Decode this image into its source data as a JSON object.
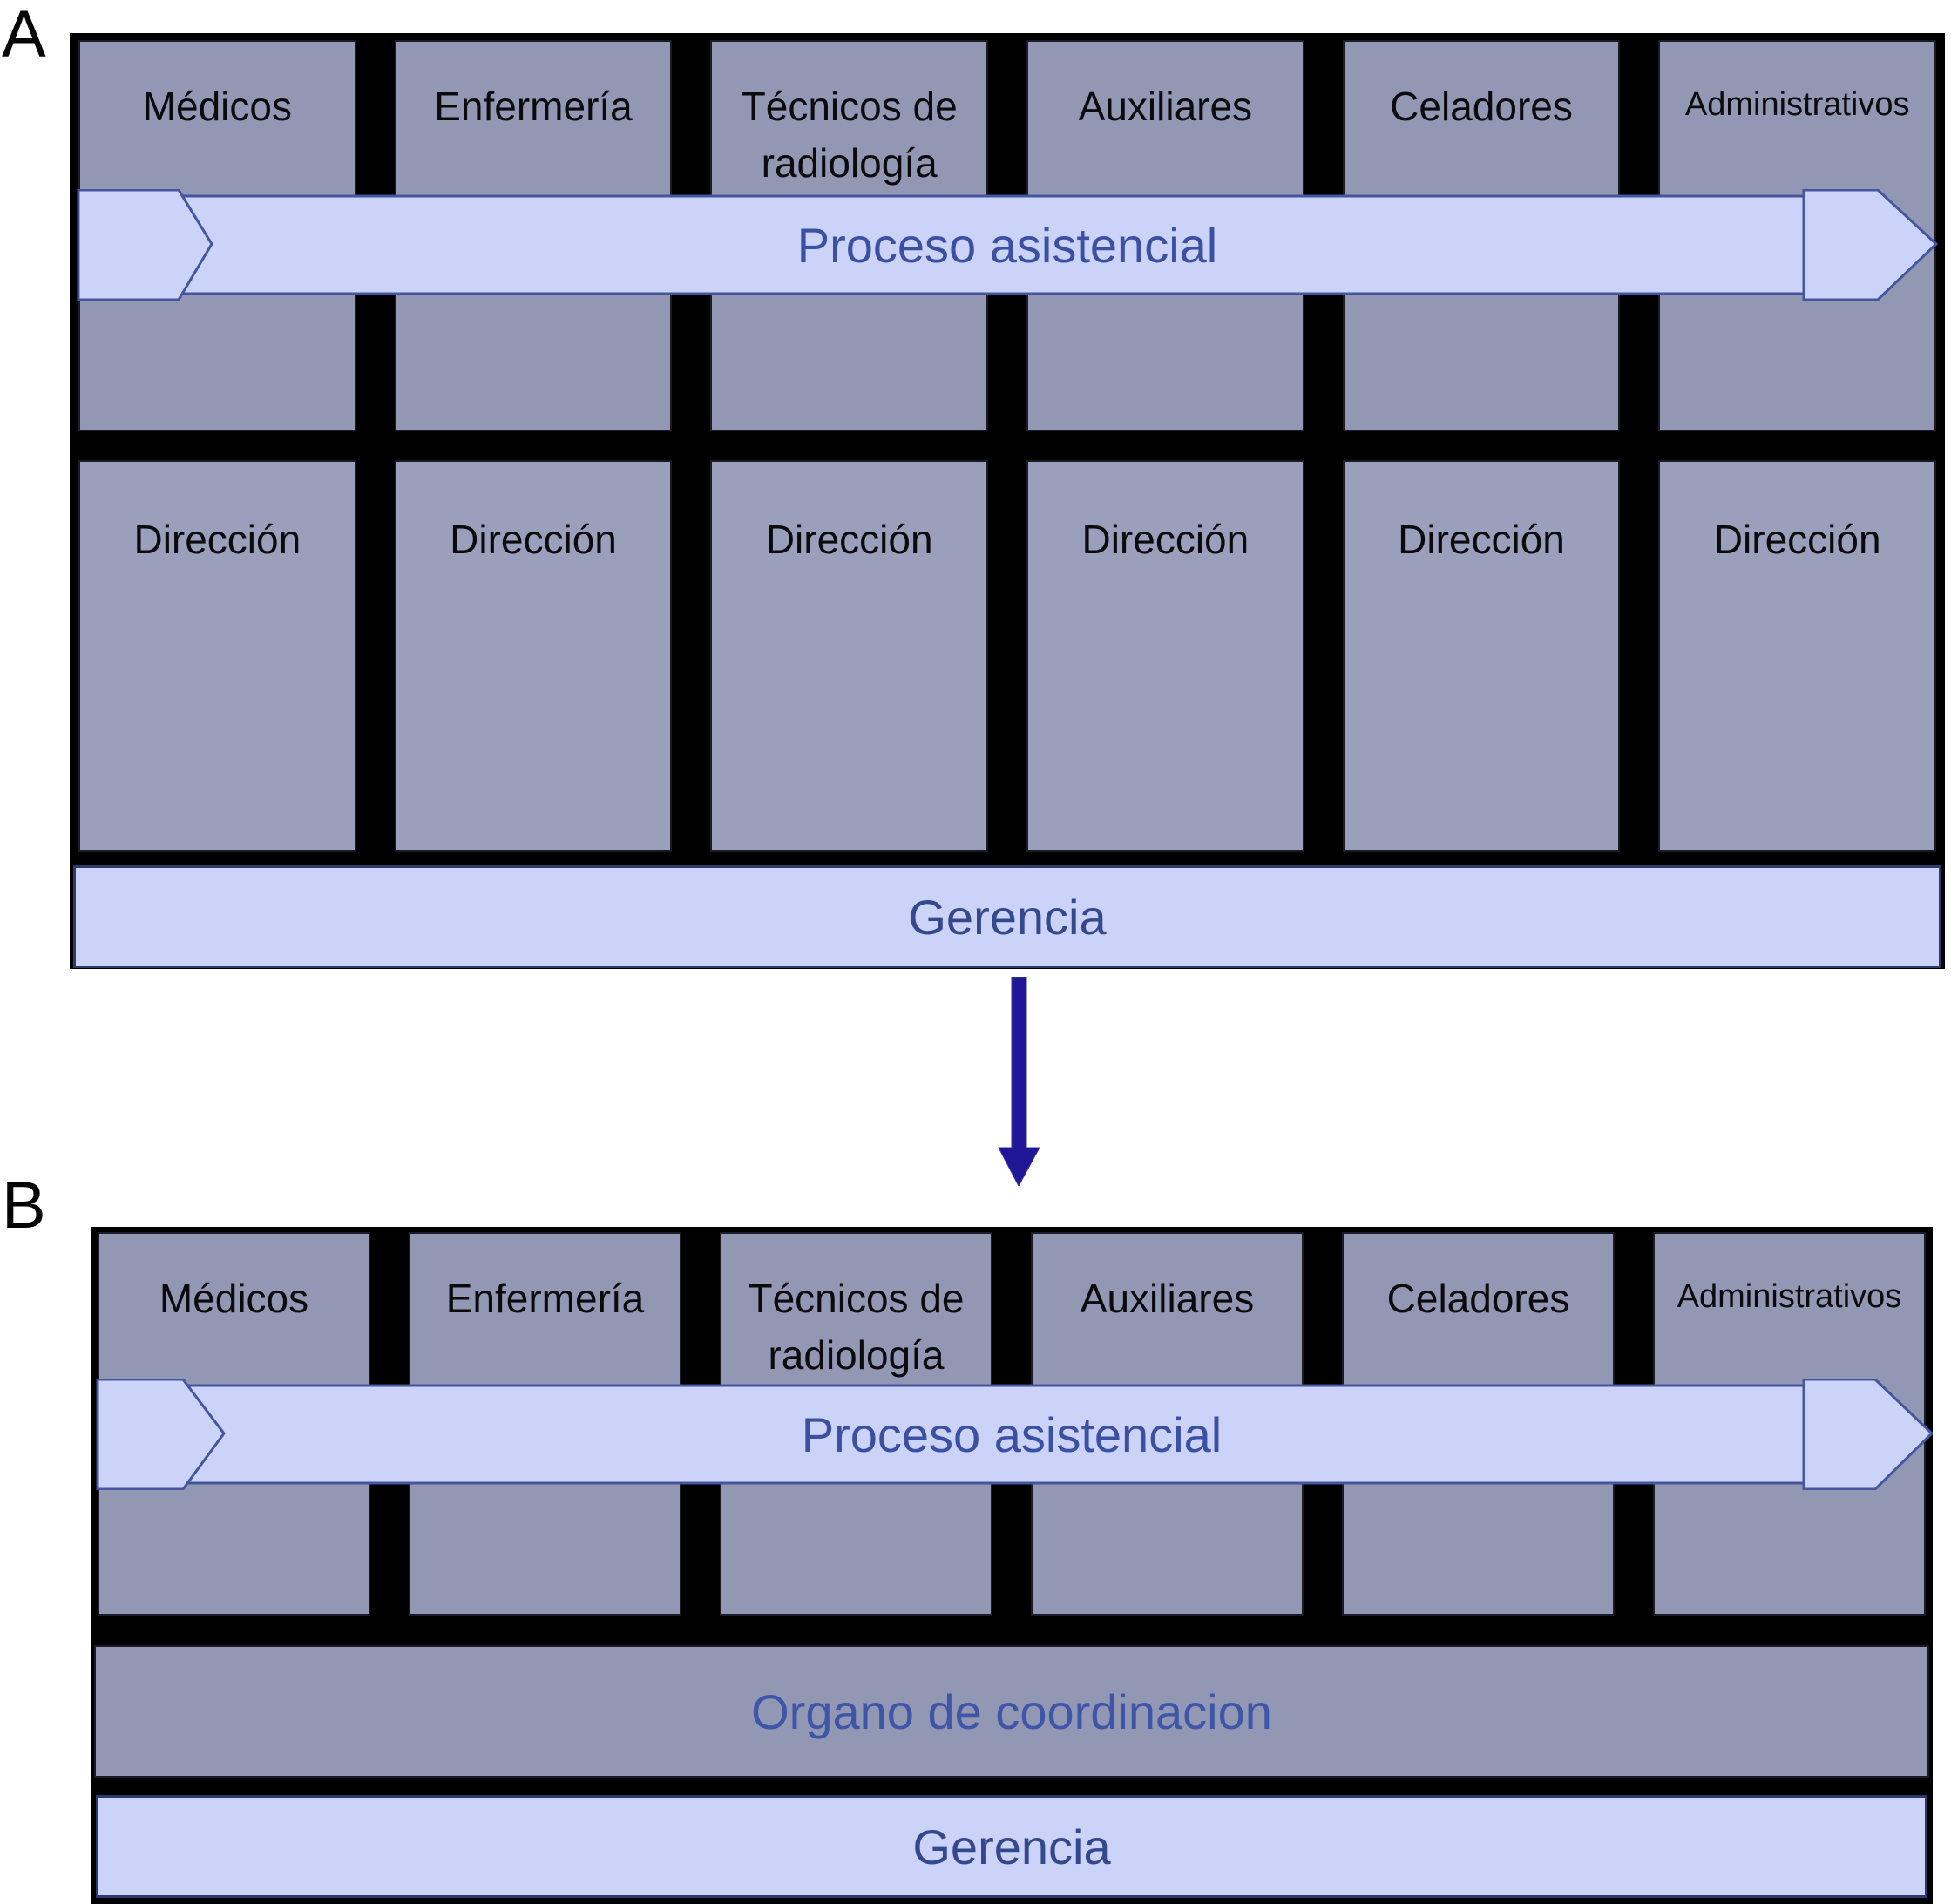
{
  "figure": {
    "panel_a_letter": "A",
    "panel_b_letter": "B"
  },
  "panelA": {
    "columns": [
      "Médicos",
      "Enfermería",
      "Técnicos de radiología",
      "Auxiliares",
      "Celadores",
      "Administrativos"
    ],
    "process_arrow_label": "Proceso asistencial",
    "direccion_boxes": [
      "Dirección",
      "Dirección",
      "Dirección",
      "Dirección",
      "Dirección",
      "Dirección"
    ],
    "gerencia_label": "Gerencia"
  },
  "panelB": {
    "columns": [
      "Médicos",
      "Enfermería",
      "Técnicos de radiología",
      "Auxiliares",
      "Celadores",
      "Administrativos"
    ],
    "process_arrow_label": "Proceso asistencial",
    "coordination_label": "Organo de coordinacion",
    "gerencia_label": "Gerencia"
  },
  "icons": {
    "down_arrow": "down-arrow-icon",
    "process_arrow": "right-process-arrow-icon"
  },
  "colors": {
    "box_grey": "#9297b3",
    "direccion_grey": "#9a9fbb",
    "coordination_grey": "#9298b4",
    "band_lavender": "#ccd3f8",
    "band_border_blue": "#45569f",
    "band_text_blue": "#3b50a2",
    "gerencia_text_blue": "#34488e",
    "coordination_text_blue": "#3e55a8",
    "down_arrow_navy": "#201797",
    "panel_background": "#000000",
    "label_text": "#0b0b0e"
  }
}
